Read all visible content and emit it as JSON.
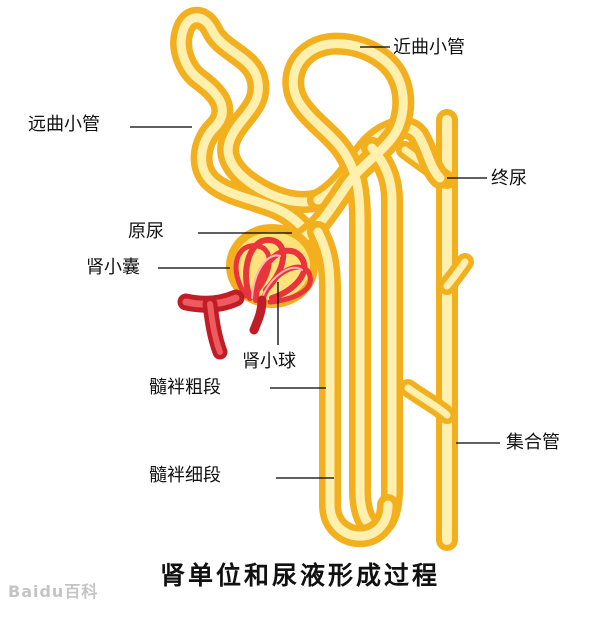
{
  "labels": {
    "proximal_tubule": "近曲小管",
    "distal_tubule": "远曲小管",
    "final_urine": "终尿",
    "primary_urine": "原尿",
    "renal_capsule": "肾小囊",
    "glomerulus": "肾小球",
    "thick_segment": "髓袢粗段",
    "thin_segment": "髓袢细段",
    "collecting_duct": "集合管"
  },
  "title": "肾单位和尿液形成过程",
  "watermark": "Baidu百科",
  "colors": {
    "tubule_outline": "#f2b01e",
    "tubule_fill": "#fff0b0",
    "capsule_fill": "#ffe27a",
    "glomerulus": "#e8343a",
    "leader_line": "#000000"
  }
}
